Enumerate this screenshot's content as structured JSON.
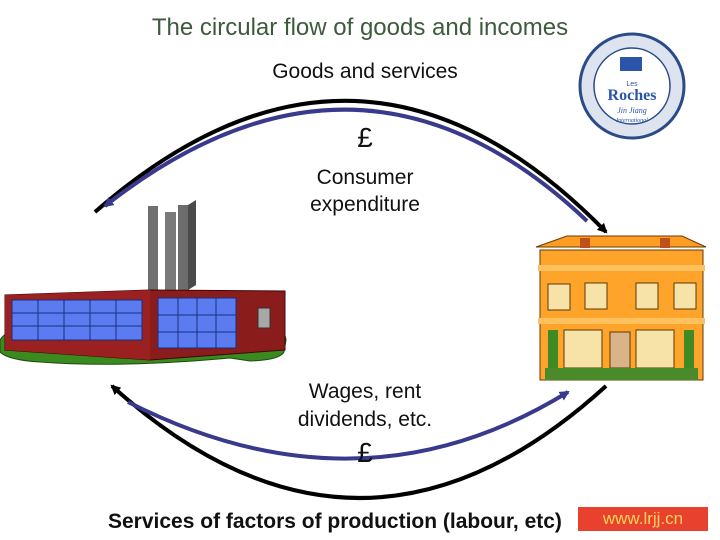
{
  "title": "The circular flow of goods and incomes",
  "labels": {
    "goods_and_services": "Goods and services",
    "pound_top": "£",
    "consumer_line1": "Consumer",
    "consumer_line2": "expenditure",
    "wages_line1": "Wages, rent",
    "wages_line2": "dividends, etc.",
    "pound_bottom": "£",
    "services": "Services of factors of production (labour, etc)"
  },
  "logo": {
    "name_line1": "Les",
    "name_line2": "Roches",
    "name_line3": "Jin Jiang",
    "name_line4": "International"
  },
  "watermark": "www.lrjj.cn",
  "colors": {
    "title": "#3d5a3c",
    "arrow_outer": "#000000",
    "arrow_inner": "#3a3a8c",
    "watermark_bg": "#e8422e"
  }
}
